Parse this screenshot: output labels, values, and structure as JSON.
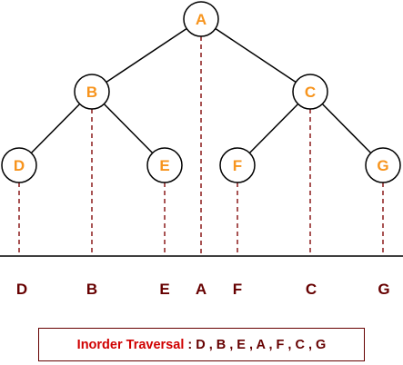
{
  "diagram": {
    "nodes": [
      {
        "id": "A",
        "label": "A"
      },
      {
        "id": "B",
        "label": "B"
      },
      {
        "id": "C",
        "label": "C"
      },
      {
        "id": "D",
        "label": "D"
      },
      {
        "id": "E",
        "label": "E"
      },
      {
        "id": "F",
        "label": "F"
      },
      {
        "id": "G",
        "label": "G"
      }
    ],
    "edges": [
      [
        "A",
        "B"
      ],
      [
        "A",
        "C"
      ],
      [
        "B",
        "D"
      ],
      [
        "B",
        "E"
      ],
      [
        "C",
        "F"
      ],
      [
        "C",
        "G"
      ]
    ],
    "sequence": [
      "D",
      "B",
      "E",
      "A",
      "F",
      "C",
      "G"
    ]
  },
  "caption": {
    "title": "Inorder Traversal",
    "colon": ":",
    "sequence_text": "D , B , E , A , F , C , G"
  },
  "colors": {
    "node_fill": "#ffffff",
    "node_stroke": "#000000",
    "node_label": "#f7941d",
    "edge": "#000000",
    "dashed_line": "#8b1a1a",
    "baseline": "#000000",
    "sequence_label": "#660000",
    "caption_title": "#d00000",
    "caption_border": "#660000"
  }
}
